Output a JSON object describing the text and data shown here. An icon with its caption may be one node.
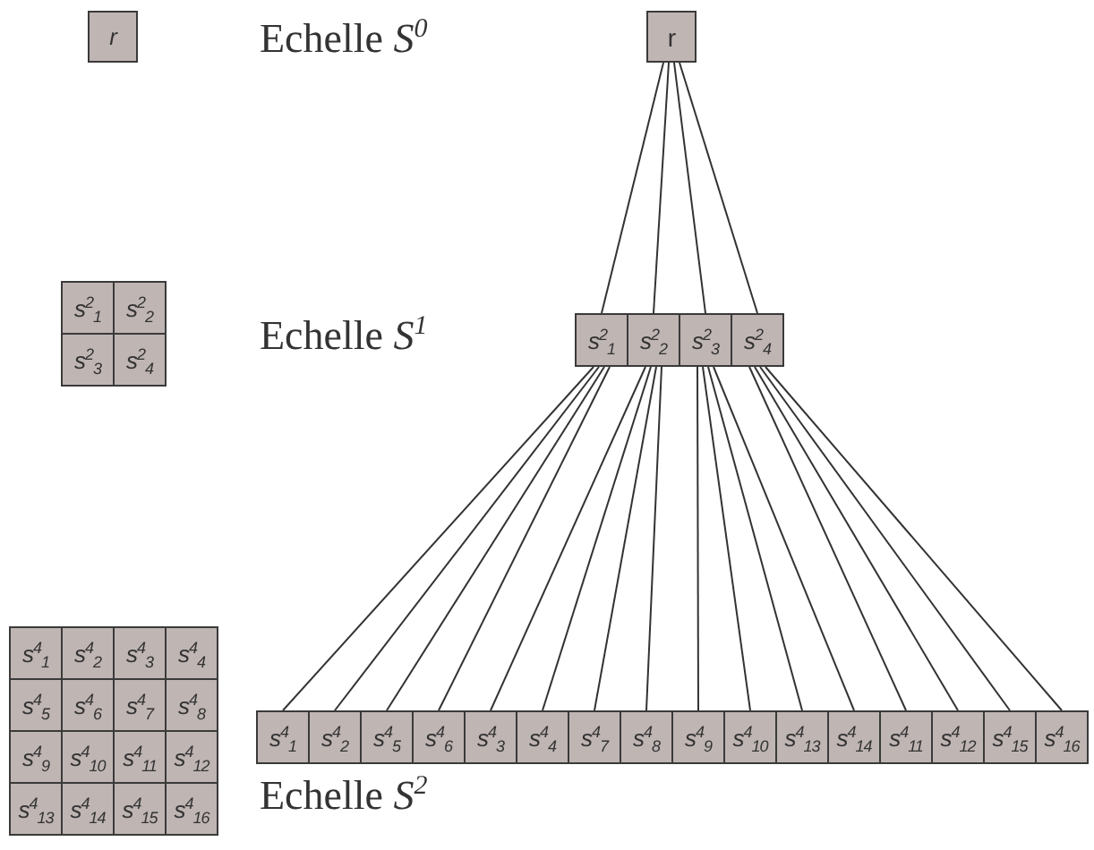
{
  "diagram": {
    "nodes": [
      {
        "text": [
          "r"
        ]
      },
      {
        "text": [
          "r"
        ]
      },
      {
        "text": [
          "s$^{2}$$_{1}$"
        ]
      },
      {
        "text": [
          "s$^{2}$$_{2}$"
        ]
      },
      {
        "text": [
          "s$^{2}$$_{3}$"
        ]
      },
      {
        "text": [
          "s$^{2}$$_{4}$"
        ]
      },
      {
        "text": [
          "s$^{2}$$_{1}$"
        ]
      },
      {
        "text": [
          "s$^{2}$$_{2}$"
        ]
      },
      {
        "text": [
          "s$^{2}$$_{3}$"
        ]
      },
      {
        "text": [
          "s$^{2}$$_{4}$"
        ]
      },
      {
        "text": [
          "s$^{4}$$_{1}$"
        ]
      },
      {
        "text": [
          "s$^{4}$$_{2}$"
        ]
      },
      {
        "text": [
          "s$^{4}$$_{3}$"
        ]
      },
      {
        "text": [
          "s$^{4}$$_{4}$"
        ]
      },
      {
        "text": [
          "s$^{4}$$_{5}$"
        ]
      },
      {
        "text": [
          "s$^{4}$$_{6}$"
        ]
      },
      {
        "text": [
          "s$^{4}$$_{7}$"
        ]
      },
      {
        "text": [
          "s$^{4}$$_{8}$"
        ]
      },
      {
        "text": [
          "s$^{4}$$_{9}$"
        ]
      },
      {
        "text": [
          "s$^{4}$$_{10}$"
        ]
      },
      {
        "text": [
          "s$^{4}$$_{11}$"
        ]
      },
      {
        "text": [
          "s$^{4}$$_{12}$"
        ]
      },
      {
        "text": [
          "s$^{4}$$_{13}$"
        ]
      },
      {
        "text": [
          "s$^{4}$$_{14}$"
        ]
      },
      {
        "text": [
          "s$^{4}$$_{15}$"
        ]
      },
      {
        "text": [
          "s$^{4}$$_{16}$"
        ]
      },
      {
        "text": [
          "s$^{4}$$_{1}$"
        ]
      },
      {
        "text": [
          "s$^{4}$$_{2}$"
        ]
      },
      {
        "text": [
          "s$^{4}$$_{5}$"
        ]
      },
      {
        "text": [
          "s$^{4}$$_{6}$"
        ]
      },
      {
        "text": [
          "s$^{4}$$_{3}$"
        ]
      },
      {
        "text": [
          "s$^{4}$$_{4}$"
        ]
      },
      {
        "text": [
          "s$^{4}$$_{7}$"
        ]
      },
      {
        "text": [
          "s$^{4}$$_{8}$"
        ]
      },
      {
        "text": [
          "s$^{4}$$_{9}$"
        ]
      },
      {
        "text": [
          "s$^{4}$$_{10}$"
        ]
      },
      {
        "text": [
          "s$^{4}$$_{13}$"
        ]
      },
      {
        "text": [
          "s$^{4}$$_{14}$"
        ]
      },
      {
        "text": [
          "s$^{4}$$_{11}$"
        ]
      },
      {
        "text": [
          "s$^{4}$$_{12}$"
        ]
      },
      {
        "text": [
          "s$^{4}$$_{15}$"
        ]
      },
      {
        "text": [
          "s$^{4}$$_{16}$"
        ]
      }
    ],
    "edges": [
      {
        "from": 1,
        "to": 6,
        "arrow": "none"
      },
      {
        "from": 1,
        "to": 7,
        "arrow": "none"
      },
      {
        "from": 1,
        "to": 8,
        "arrow": "none"
      },
      {
        "from": 1,
        "to": 9,
        "arrow": "none"
      },
      {
        "from": 6,
        "to": 26,
        "arrow": "none"
      },
      {
        "from": 6,
        "to": 27,
        "arrow": "none"
      },
      {
        "from": 6,
        "to": 28,
        "arrow": "none"
      },
      {
        "from": 6,
        "to": 29,
        "arrow": "none"
      },
      {
        "from": 7,
        "to": 30,
        "arrow": "none"
      },
      {
        "from": 7,
        "to": 31,
        "arrow": "none"
      },
      {
        "from": 7,
        "to": 32,
        "arrow": "none"
      },
      {
        "from": 7,
        "to": 33,
        "arrow": "none"
      },
      {
        "from": 8,
        "to": 34,
        "arrow": "none"
      },
      {
        "from": 8,
        "to": 35,
        "arrow": "none"
      },
      {
        "from": 8,
        "to": 36,
        "arrow": "none"
      },
      {
        "from": 8,
        "to": 37,
        "arrow": "none"
      },
      {
        "from": 9,
        "to": 38,
        "arrow": "none"
      },
      {
        "from": 9,
        "to": 39,
        "arrow": "none"
      },
      {
        "from": 9,
        "to": 40,
        "arrow": "none"
      },
      {
        "from": 9,
        "to": 41,
        "arrow": "none"
      }
    ],
    "labels": [
      "Echelle *S*$^{0}$",
      "Echelle *S*$^{1}$",
      "Echelle *S*$^{2}$"
    ]
  }
}
